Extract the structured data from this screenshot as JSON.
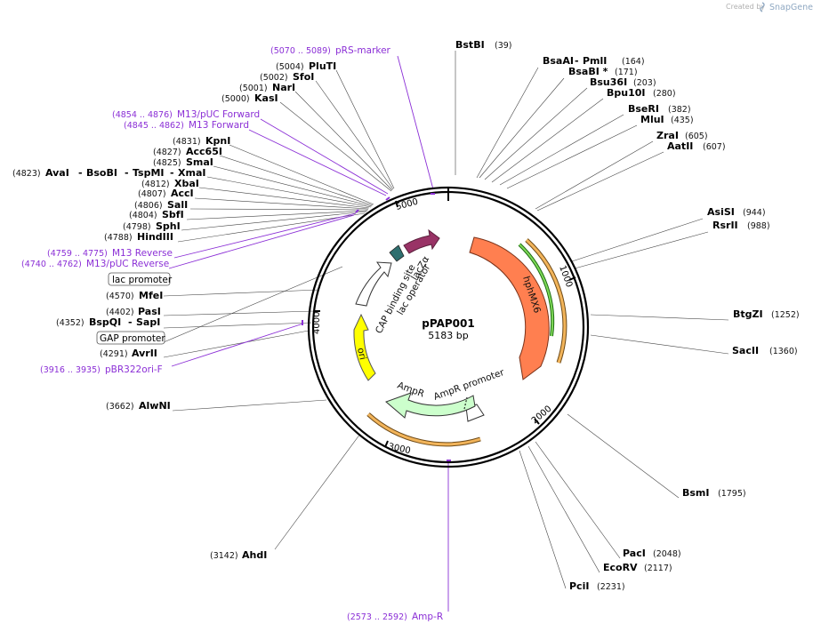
{
  "header": {
    "created_by": "Created by",
    "brand": "SnapGene"
  },
  "plasmid": {
    "name": "pPAP001",
    "size_label": "5183 bp"
  },
  "ticks": [
    "1000",
    "2000",
    "3000",
    "4000",
    "5000"
  ],
  "enzymes": [
    {
      "name": "BstBI",
      "pos": "(39)"
    },
    {
      "name": "BsaAI",
      "pos": "(164)"
    },
    {
      "name": "PmlI",
      "pos": ""
    },
    {
      "name": "BsaBI *",
      "pos": "(171)"
    },
    {
      "name": "Bsu36I",
      "pos": "(203)"
    },
    {
      "name": "Bpu10I",
      "pos": "(280)"
    },
    {
      "name": "BseRI",
      "pos": "(382)"
    },
    {
      "name": "MluI",
      "pos": "(435)"
    },
    {
      "name": "ZraI",
      "pos": "(605)"
    },
    {
      "name": "AatII",
      "pos": "(607)"
    },
    {
      "name": "AsiSI",
      "pos": "(944)"
    },
    {
      "name": "RsrII",
      "pos": "(988)"
    },
    {
      "name": "BtgZI",
      "pos": "(1252)"
    },
    {
      "name": "SacII",
      "pos": "(1360)"
    },
    {
      "name": "BsmI",
      "pos": "(1795)"
    },
    {
      "name": "PacI",
      "pos": "(2048)"
    },
    {
      "name": "EcoRV",
      "pos": "(2117)"
    },
    {
      "name": "PciI",
      "pos": "(2231)"
    },
    {
      "name": "AhdI",
      "pos": "(3142)"
    },
    {
      "name": "AlwNI",
      "pos": "(3662)"
    },
    {
      "name": "AvrII",
      "pos": "(4291)"
    },
    {
      "name": "BspQI",
      "pos": "(4352)"
    },
    {
      "name": "SapI",
      "pos": ""
    },
    {
      "name": "PasI",
      "pos": "(4402)"
    },
    {
      "name": "MfeI",
      "pos": "(4570)"
    },
    {
      "name": "HindIII",
      "pos": "(4788)"
    },
    {
      "name": "SphI",
      "pos": "(4798)"
    },
    {
      "name": "SbfI",
      "pos": "(4804)"
    },
    {
      "name": "SalI",
      "pos": "(4806)"
    },
    {
      "name": "AccI",
      "pos": "(4807)"
    },
    {
      "name": "XbaI",
      "pos": "(4812)"
    },
    {
      "name": "AvaI",
      "pos": "(4823)"
    },
    {
      "name": "BsoBI",
      "pos": ""
    },
    {
      "name": "TspMI",
      "pos": ""
    },
    {
      "name": "XmaI",
      "pos": ""
    },
    {
      "name": "SmaI",
      "pos": "(4825)"
    },
    {
      "name": "Acc65I",
      "pos": "(4827)"
    },
    {
      "name": "KpnI",
      "pos": "(4831)"
    },
    {
      "name": "KasI",
      "pos": "(5000)"
    },
    {
      "name": "NarI",
      "pos": "(5001)"
    },
    {
      "name": "SfoI",
      "pos": "(5002)"
    },
    {
      "name": "PluTI",
      "pos": "(5004)"
    }
  ],
  "primers": [
    {
      "name": "pRS-marker",
      "pos": "(5070 .. 5089)"
    },
    {
      "name": "M13/pUC Forward",
      "pos": "(4854 .. 4876)"
    },
    {
      "name": "M13 Forward",
      "pos": "(4845 .. 4862)"
    },
    {
      "name": "M13 Reverse",
      "pos": "(4759 .. 4775)"
    },
    {
      "name": "M13/pUC Reverse",
      "pos": "(4740 .. 4762)"
    },
    {
      "name": "pBR322ori-F",
      "pos": "(3916 .. 3935)"
    },
    {
      "name": "Amp-R",
      "pos": "(2573 .. 2592)"
    }
  ],
  "features": [
    {
      "name": "hphMX6",
      "color": "#ff7f50"
    },
    {
      "name": "AmpR",
      "color": "#ccffcc"
    },
    {
      "name": "AmpR promoter",
      "color": "#ffffff"
    },
    {
      "name": "ori",
      "color": "#ffff00"
    },
    {
      "name": "CAP binding site",
      "color": "#ffffff"
    },
    {
      "name": "lac operator",
      "color": "#ffffff"
    },
    {
      "name": "lacZα",
      "color": "#993366"
    }
  ],
  "boxed_labels": [
    "lac promoter",
    "GAP promoter"
  ],
  "colors": {
    "primer": "#8b2fd6",
    "orf_arc": "#e69a33",
    "orf_inner": "#58b030",
    "backbone": "#000000"
  }
}
